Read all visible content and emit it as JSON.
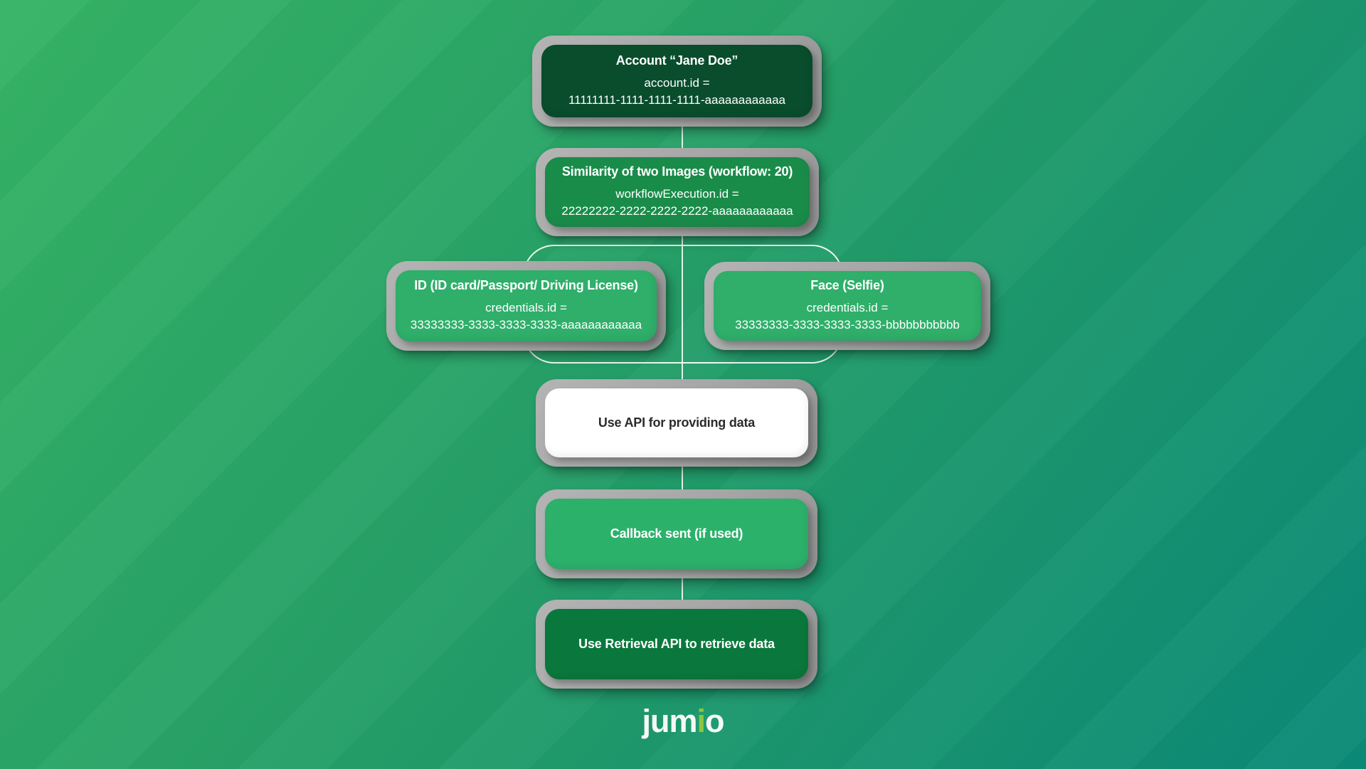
{
  "background": {
    "gradient_start": "#36b465",
    "gradient_mid": "#259f69",
    "gradient_end": "#0b8a78"
  },
  "frame": {
    "node_ring_gray": "#a9a9a9",
    "connector_color": "#f0faf5",
    "group_outline_color": "#ffffff"
  },
  "nodes": {
    "account": {
      "title": "Account “Jane Doe”",
      "sub1": "account.id =",
      "sub2": "11111111-1111-1111-1111-aaaaaaaaaaaa",
      "fill": "#094d2d",
      "text": "#ffffff"
    },
    "workflow": {
      "title": "Similarity of two Images (workflow: 20)",
      "sub1": "workflowExecution.id =",
      "sub2": "22222222-2222-2222-2222-aaaaaaaaaaaa",
      "fill": "#1a8c4a",
      "text": "#ffffff"
    },
    "id_credential": {
      "title": "ID (ID card/Passport/ Driving License)",
      "sub1": "credentials.id =",
      "sub2": "33333333-3333-3333-3333-aaaaaaaaaaaa",
      "fill": "#2faf6a",
      "text": "#ffffff"
    },
    "face_credential": {
      "title": "Face (Selfie)",
      "sub1": "credentials.id =",
      "sub2": "33333333-3333-3333-3333-bbbbbbbbbbb",
      "fill": "#2faf6a",
      "text": "#ffffff"
    },
    "use_api": {
      "title": "Use API for providing data",
      "fill": "#ffffff",
      "text": "#2b2b2b"
    },
    "callback": {
      "title": "Callback sent (if used)",
      "fill": "#2cb16b",
      "text": "#ffffff"
    },
    "retrieval": {
      "title": "Use Retrieval API to retrieve data",
      "fill": "#0a783c",
      "text": "#ffffff"
    }
  },
  "logo": {
    "part1": "jum",
    "part2": "i",
    "part3": "o",
    "accent_color": "#8dc63f",
    "base_color": "#f4f9f6"
  }
}
